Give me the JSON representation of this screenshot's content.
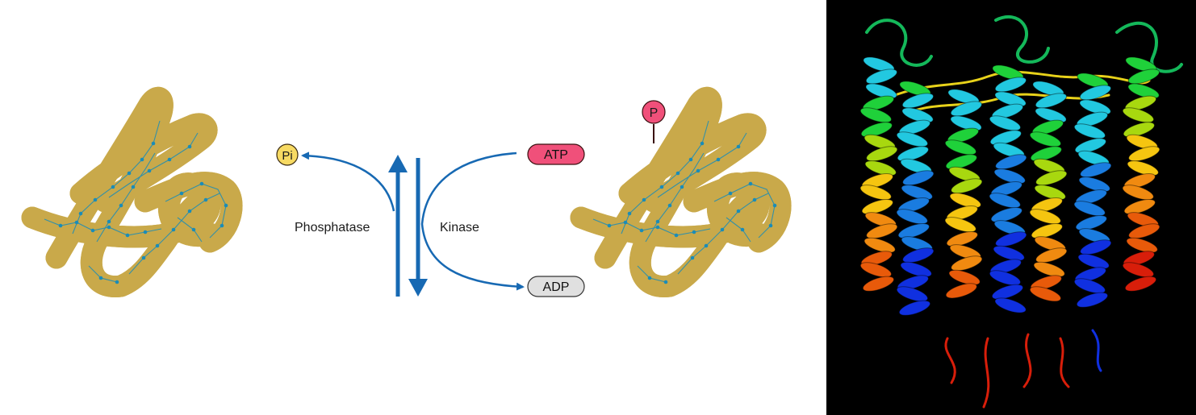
{
  "reaction": {
    "phosphatase_label": "Phosphatase",
    "kinase_label": "Kinase",
    "atp_label": "ATP",
    "adp_label": "ADP",
    "pi_label": "Pi",
    "phosphate_label": "P"
  },
  "colors": {
    "arrow": "#1769b3",
    "protein_fill": "#fbe58a",
    "protein_stroke": "#c9a94a",
    "atom": "#1a8cb8",
    "atp_pill": "#f0507a",
    "adp_pill": "#e0e0e0",
    "pi_circle": "#f7da63",
    "phosphate_circle": "#f0507a",
    "structure_background": "#000000",
    "helix_colors": [
      "#1030e0",
      "#1a7ce0",
      "#22c8e0",
      "#1fd13a",
      "#a8d80f",
      "#f5c510",
      "#f08a10",
      "#e85a0a",
      "#d81e0a"
    ]
  }
}
